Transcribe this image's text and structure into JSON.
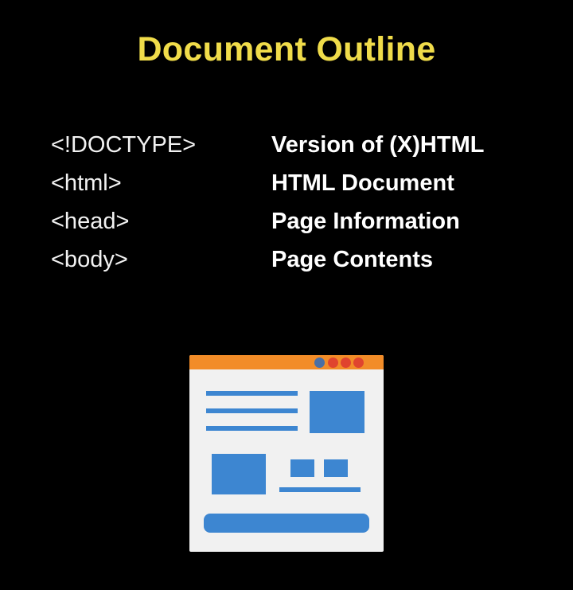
{
  "title": "Document Outline",
  "rows": [
    {
      "tag": "<!DOCTYPE>",
      "description": "Version of (X)HTML"
    },
    {
      "tag": "<html>",
      "description": "HTML Document"
    },
    {
      "tag": "<head>",
      "description": "Page Information"
    },
    {
      "tag": "<body>",
      "description": "Page Contents"
    }
  ],
  "colors": {
    "background": "#000000",
    "title": "#f0dc4a",
    "browser_bar": "#f28c28",
    "browser_body": "#f1f1f1",
    "content_blue": "#3d86d1",
    "dot_blue": "#4a6fa5",
    "dot_red": "#e0442e"
  },
  "illustration": {
    "icon": "browser-window-icon"
  }
}
